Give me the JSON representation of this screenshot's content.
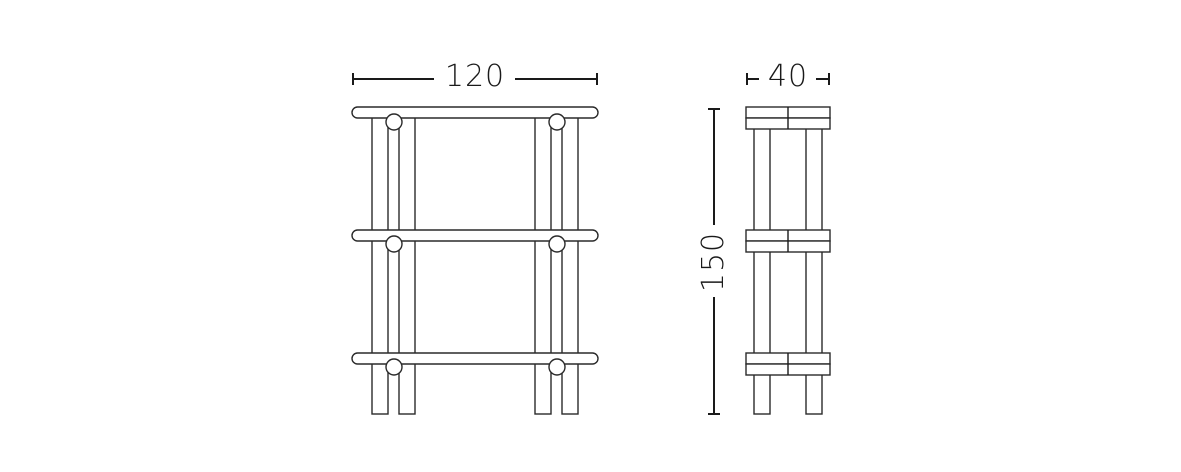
{
  "dimensions": {
    "width": "120",
    "depth": "40",
    "height": "150"
  },
  "colors": {
    "stroke": "#2a2a2a",
    "fill": "#ffffff",
    "text": "#1a1a1a"
  }
}
